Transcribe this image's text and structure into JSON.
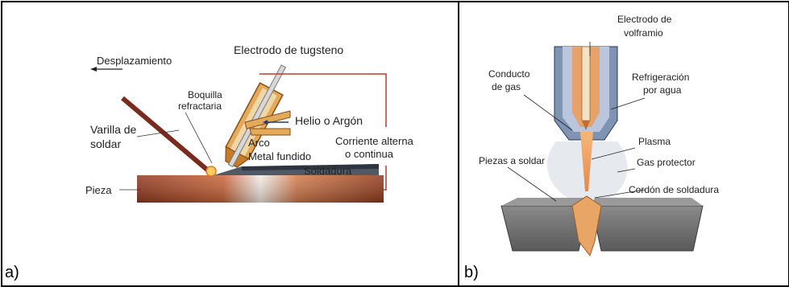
{
  "panel_a": {
    "label": "a)",
    "texts": {
      "displacement": "Desplazamiento",
      "electrode": "Electrodo de tugsteno",
      "nozzle_line1": "Boquilla",
      "nozzle_line2": "refractaria",
      "rod_line1": "Varilla de",
      "rod_line2": "soldar",
      "gas": "Helio o Argón",
      "arc": "Arco",
      "molten": "Metal fundido",
      "current_line1": "Corriente alterna",
      "current_line2": "o continua",
      "weld": "Soldadura",
      "piece": "Pieza"
    }
  },
  "panel_b": {
    "label": "b)",
    "texts": {
      "electrode_line1": "Electrodo de",
      "electrode_line2": "volframio",
      "gas_duct_line1": "Conducto",
      "gas_duct_line2": "de gas",
      "cooling_line1": "Refrigeración",
      "cooling_line2": "por agua",
      "plasma": "Plasma",
      "pieces": "Piezas a soldar",
      "shield_gas": "Gas protector",
      "bead": "Cordón de soldadura"
    }
  },
  "colors": {
    "wire": "#c0392b",
    "workpiece": "#b5512b",
    "torch_orange": "#d9822b",
    "plate_gray": "#6e6e6e",
    "nozzle_blue": "#7f93b3"
  }
}
